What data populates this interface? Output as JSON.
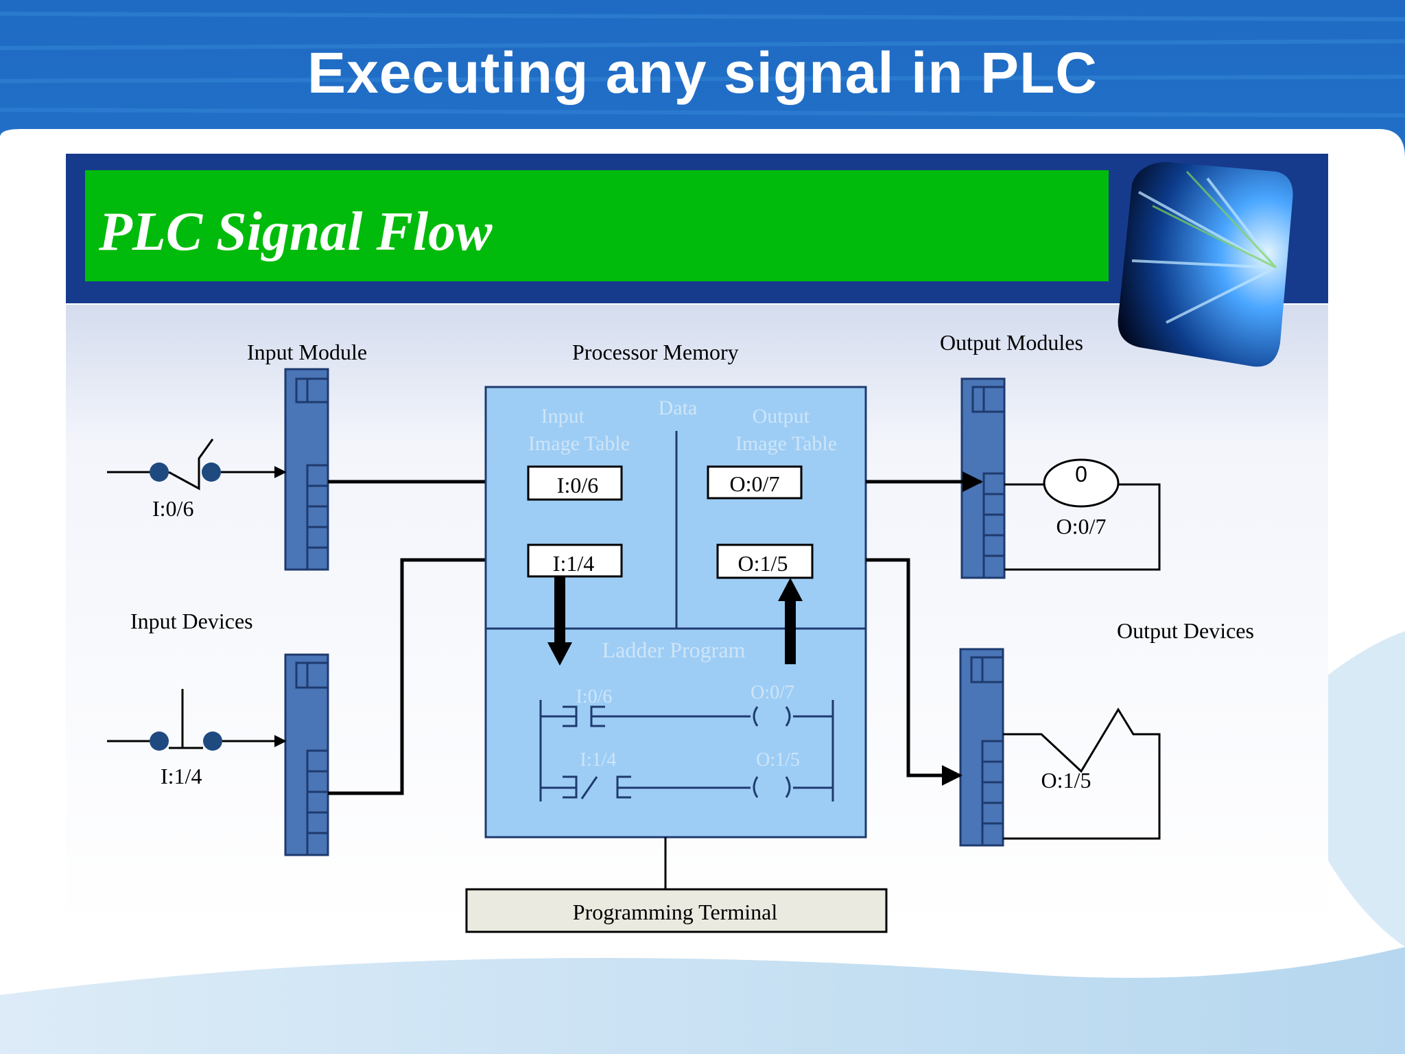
{
  "slide": {
    "title": "Executing any signal in PLC"
  },
  "diagram": {
    "banner_title": "PLC Signal Flow",
    "labels": {
      "input_module": "Input Module",
      "processor_memory": "Processor Memory",
      "output_modules": "Output Modules",
      "input_devices": "Input Devices",
      "output_devices": "Output Devices",
      "input_image_table_line1": "Input",
      "input_image_table_line2": "Image Table",
      "data": "Data",
      "output_image_table_line1": "Output",
      "output_image_table_line2": "Image Table",
      "ladder_program": "Ladder Program",
      "programming_terminal": "Programming Terminal"
    },
    "addresses": {
      "input_switch_1": "I:0/6",
      "input_switch_2": "I:1/4",
      "input_table_1": "I:0/6",
      "input_table_2": "I:1/4",
      "output_table_1": "O:0/7",
      "output_table_2": "O:1/5",
      "output_device_1": "O:0/7",
      "output_device_2": "O:1/5",
      "pilot_light_state": "0",
      "rung1_contact": "I:0/6",
      "rung1_coil": "O:0/7",
      "rung2_contact": "I:1/4",
      "rung2_coil": "O:1/5"
    },
    "colors": {
      "banner_bg": "#163a8c",
      "banner_green": "#00bb0b",
      "memory_fill": "#9dcdf5",
      "module_fill": "#4a75b6",
      "terminal_fill": "#ebeae0",
      "device_dot": "#1e4a80"
    }
  }
}
